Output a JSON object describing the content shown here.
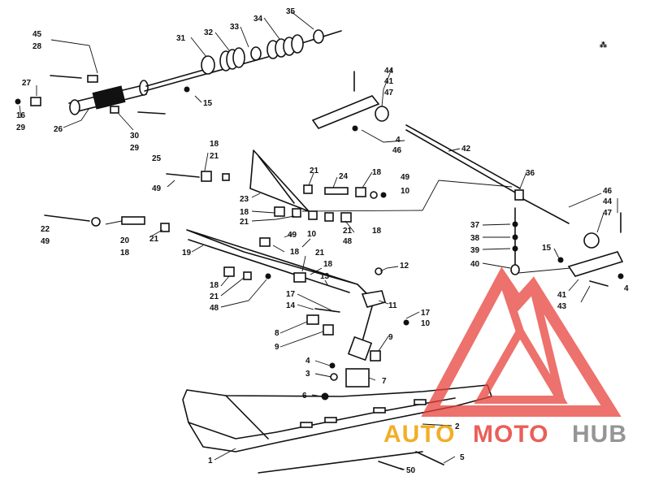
{
  "diagram": {
    "corner_mark": "⁂",
    "callouts": [
      {
        "id": "c45a",
        "text": "45"
      },
      {
        "id": "c28",
        "text": "28"
      },
      {
        "id": "c31",
        "text": "31"
      },
      {
        "id": "c32",
        "text": "32"
      },
      {
        "id": "c33",
        "text": "33"
      },
      {
        "id": "c34",
        "text": "34"
      },
      {
        "id": "c35",
        "text": "35"
      },
      {
        "id": "c27",
        "text": "27"
      },
      {
        "id": "c15a",
        "text": "15"
      },
      {
        "id": "c16",
        "text": "16"
      },
      {
        "id": "c29a",
        "text": "29"
      },
      {
        "id": "c26",
        "text": "26"
      },
      {
        "id": "c30",
        "text": "30"
      },
      {
        "id": "c29b",
        "text": "29"
      },
      {
        "id": "c44a",
        "text": "44"
      },
      {
        "id": "c41a",
        "text": "41"
      },
      {
        "id": "c47a",
        "text": "47"
      },
      {
        "id": "c4a",
        "text": "4"
      },
      {
        "id": "c46a",
        "text": "46"
      },
      {
        "id": "c42",
        "text": "42"
      },
      {
        "id": "c18a",
        "text": "18"
      },
      {
        "id": "c21a",
        "text": "21"
      },
      {
        "id": "c25",
        "text": "25"
      },
      {
        "id": "c49a",
        "text": "49"
      },
      {
        "id": "c21b",
        "text": "21"
      },
      {
        "id": "c24",
        "text": "24"
      },
      {
        "id": "c18b",
        "text": "18"
      },
      {
        "id": "c49b",
        "text": "49"
      },
      {
        "id": "c10a",
        "text": "10"
      },
      {
        "id": "c36",
        "text": "36"
      },
      {
        "id": "c23",
        "text": "23"
      },
      {
        "id": "c18c",
        "text": "18"
      },
      {
        "id": "c21c",
        "text": "21"
      },
      {
        "id": "c21d",
        "text": "21"
      },
      {
        "id": "c48a",
        "text": "48"
      },
      {
        "id": "c18d",
        "text": "18"
      },
      {
        "id": "c22",
        "text": "22"
      },
      {
        "id": "c49c",
        "text": "49"
      },
      {
        "id": "c20",
        "text": "20"
      },
      {
        "id": "c21e",
        "text": "21"
      },
      {
        "id": "c18e",
        "text": "18"
      },
      {
        "id": "c49d",
        "text": "49"
      },
      {
        "id": "c10b",
        "text": "10"
      },
      {
        "id": "c18f",
        "text": "18"
      },
      {
        "id": "c19",
        "text": "19"
      },
      {
        "id": "c46b",
        "text": "46"
      },
      {
        "id": "c44b",
        "text": "44"
      },
      {
        "id": "c47b",
        "text": "47"
      },
      {
        "id": "c37",
        "text": "37"
      },
      {
        "id": "c38",
        "text": "38"
      },
      {
        "id": "c39",
        "text": "39"
      },
      {
        "id": "c40",
        "text": "40"
      },
      {
        "id": "c15b",
        "text": "15"
      },
      {
        "id": "c21f",
        "text": "21"
      },
      {
        "id": "c18g",
        "text": "18"
      },
      {
        "id": "c12",
        "text": "12"
      },
      {
        "id": "c13",
        "text": "13"
      },
      {
        "id": "c18h",
        "text": "18"
      },
      {
        "id": "c21g",
        "text": "21"
      },
      {
        "id": "c48b",
        "text": "48"
      },
      {
        "id": "c17a",
        "text": "17"
      },
      {
        "id": "c14",
        "text": "14"
      },
      {
        "id": "c11",
        "text": "11"
      },
      {
        "id": "c17b",
        "text": "17"
      },
      {
        "id": "c10c",
        "text": "10"
      },
      {
        "id": "c41b",
        "text": "41"
      },
      {
        "id": "c43",
        "text": "43"
      },
      {
        "id": "c4b",
        "text": "4"
      },
      {
        "id": "c8",
        "text": "8"
      },
      {
        "id": "c9a",
        "text": "9"
      },
      {
        "id": "c9b",
        "text": "9"
      },
      {
        "id": "c4c",
        "text": "4"
      },
      {
        "id": "c3",
        "text": "3"
      },
      {
        "id": "c7",
        "text": "7"
      },
      {
        "id": "c6",
        "text": "6"
      },
      {
        "id": "c2",
        "text": "2"
      },
      {
        "id": "c1",
        "text": "1"
      },
      {
        "id": "c5",
        "text": "5"
      },
      {
        "id": "c50",
        "text": "50"
      }
    ]
  },
  "watermark": {
    "brand_part1": "AUTO",
    "brand_part2": "MOTO",
    "brand_part3": "HUB",
    "color_red": "#e8423b",
    "color_orange": "#f0a000",
    "color_gray": "#8a8a8a"
  }
}
